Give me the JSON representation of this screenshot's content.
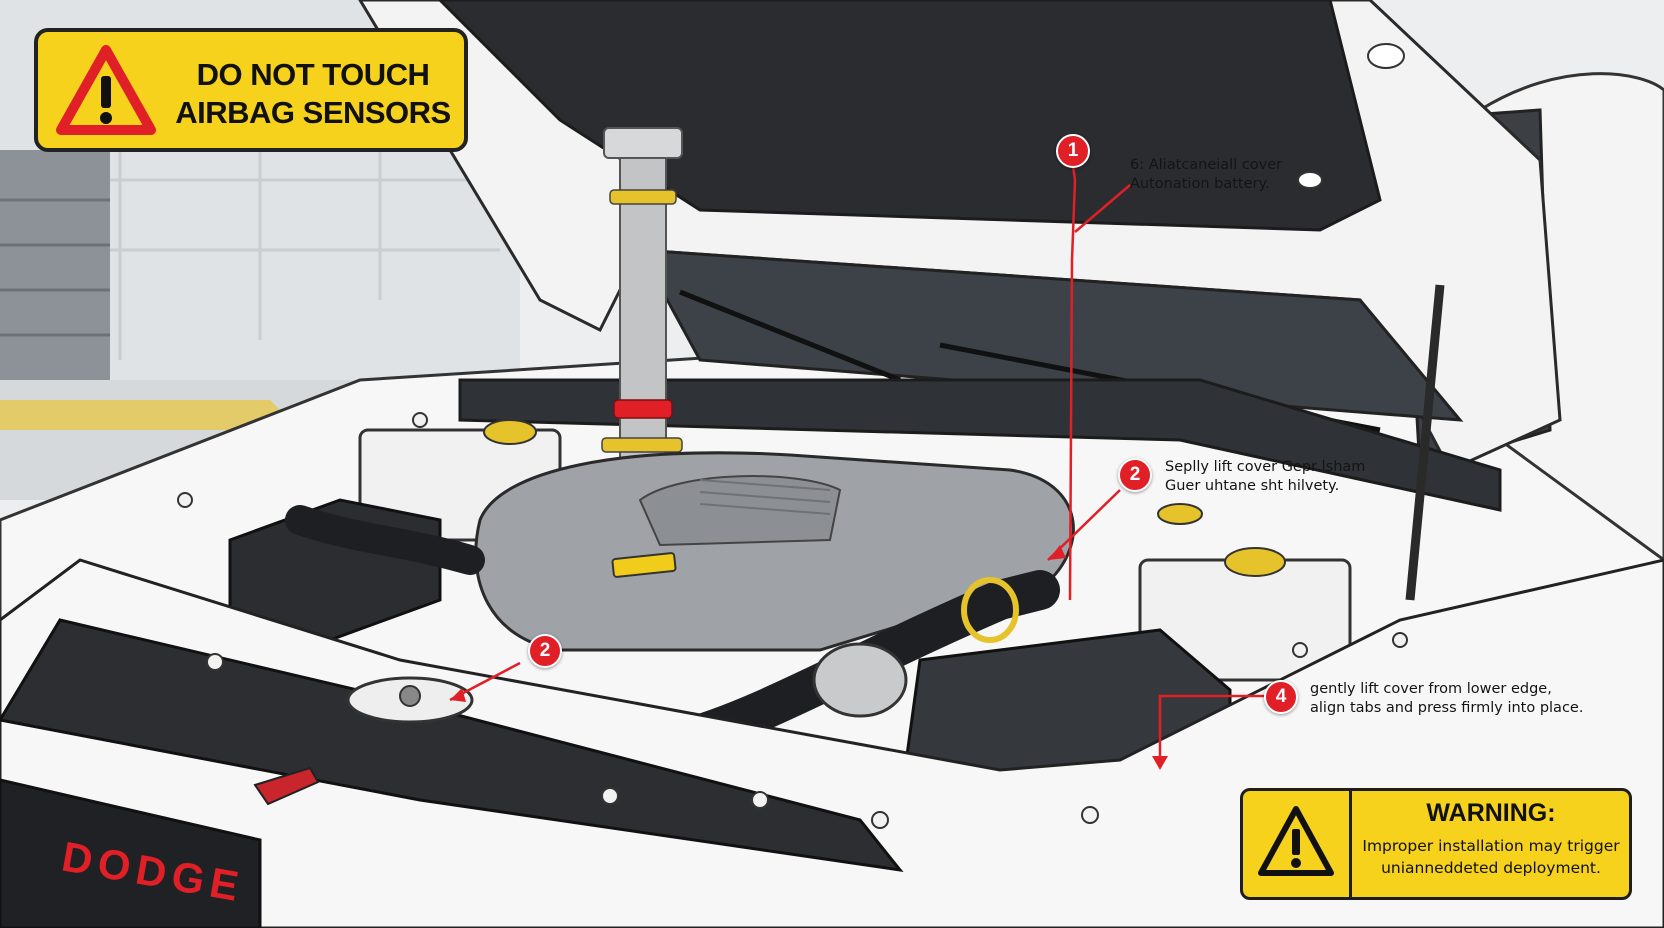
{
  "top_sign": {
    "line1": "DO NOT TOUCH",
    "line2": "AIRBAG SENSORS",
    "icon": "warning-triangle-icon"
  },
  "callouts": [
    {
      "number": "1",
      "line1": "6: Aliatcaneiall cover",
      "line2": "Autonation battery."
    },
    {
      "number": "2",
      "line1": "Seplly lift cover Gepr lsham",
      "line2": "Guer uhtane sht hilvety."
    },
    {
      "number": "2",
      "line1": "",
      "line2": ""
    },
    {
      "number": "4",
      "line1": "gently lift cover from lower edge,",
      "line2": "align tabs and press firmly into place."
    }
  ],
  "bottom_warning": {
    "title": "WARNING:",
    "line1": "Improper installation may trigger",
    "line2": "unianneddeted deployment.",
    "icon": "warning-triangle-icon"
  },
  "grille_text": "DODGE",
  "colors": {
    "accent_red": "#e01f26",
    "sign_yellow": "#f6d21c"
  }
}
